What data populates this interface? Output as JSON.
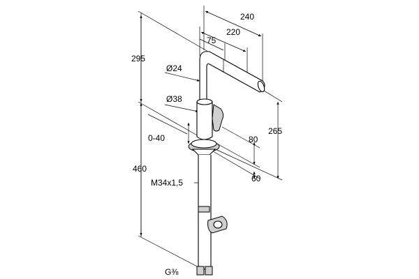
{
  "drawing": {
    "dims": {
      "d240": "240",
      "d220": "220",
      "d75": "75",
      "d295": "295",
      "dia24": "Ø24",
      "dia38": "Ø38",
      "range": "0-40",
      "d460": "460",
      "thread": "M34x1,5",
      "d80": "80",
      "d265": "265",
      "d60": "60",
      "connection": "G⅜"
    }
  }
}
